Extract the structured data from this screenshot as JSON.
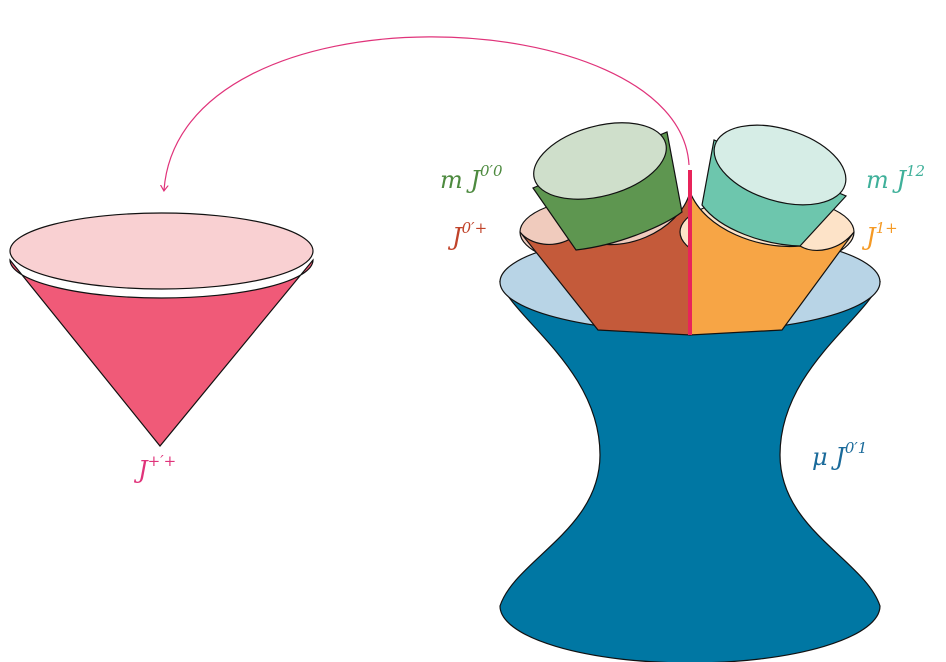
{
  "colors": {
    "pink_cone": "#f05a78",
    "pink_cone_top": "#f9d0d2",
    "arrow": "#e0337a",
    "seam": "#e8245a",
    "hyperboloid": "#0077a3",
    "hyperboloid_top": "#b8d4e6",
    "red_cone": "#c45a3a",
    "red_cone_top": "#f0cbbd",
    "orange_cone": "#f7a545",
    "orange_cone_top": "#fde3c8",
    "green_cone": "#5e9650",
    "green_cone_top": "#cfdfcb",
    "teal_cone": "#6dc6ad",
    "teal_cone_top": "#d6ede6",
    "label_pink": "#e0337a",
    "label_green": "#4d8a3f",
    "label_red": "#c0432a",
    "label_teal": "#3fb09a",
    "label_orange": "#f59a25",
    "label_blue": "#1a6a9a"
  },
  "labels": {
    "pink_cone": {
      "prefix": "",
      "script": "J",
      "sup": "+′+"
    },
    "green_cone": {
      "prefix": "m ",
      "script": "J",
      "sup": "0′0"
    },
    "red_cone": {
      "prefix": "",
      "script": "J",
      "sup": "0′+"
    },
    "teal_cone": {
      "prefix": "m ",
      "script": "J",
      "sup": "12"
    },
    "orange_cone": {
      "prefix": "",
      "script": "J",
      "sup": "1+"
    },
    "hyperboloid": {
      "prefix": "μ ",
      "script": "J",
      "sup": "0′1"
    }
  }
}
